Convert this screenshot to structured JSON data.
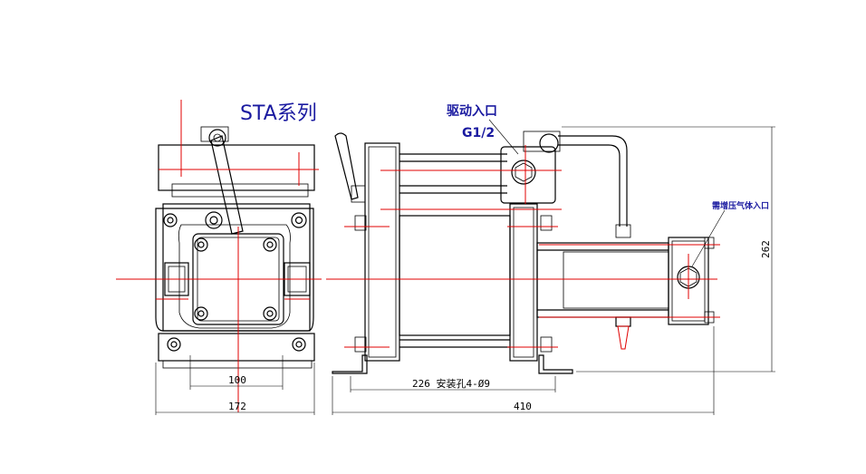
{
  "drawing": {
    "title": "STA系列",
    "drive_inlet_label": "驱动入口",
    "drive_inlet_size": "G1/2",
    "boost_inlet_label": "需增压气体入口",
    "dimensions": {
      "front_inner_width": "100",
      "front_total_width": "172",
      "mount_holes": "226  安装孔4-Ø9",
      "side_total_length": "410",
      "height": "262"
    }
  }
}
